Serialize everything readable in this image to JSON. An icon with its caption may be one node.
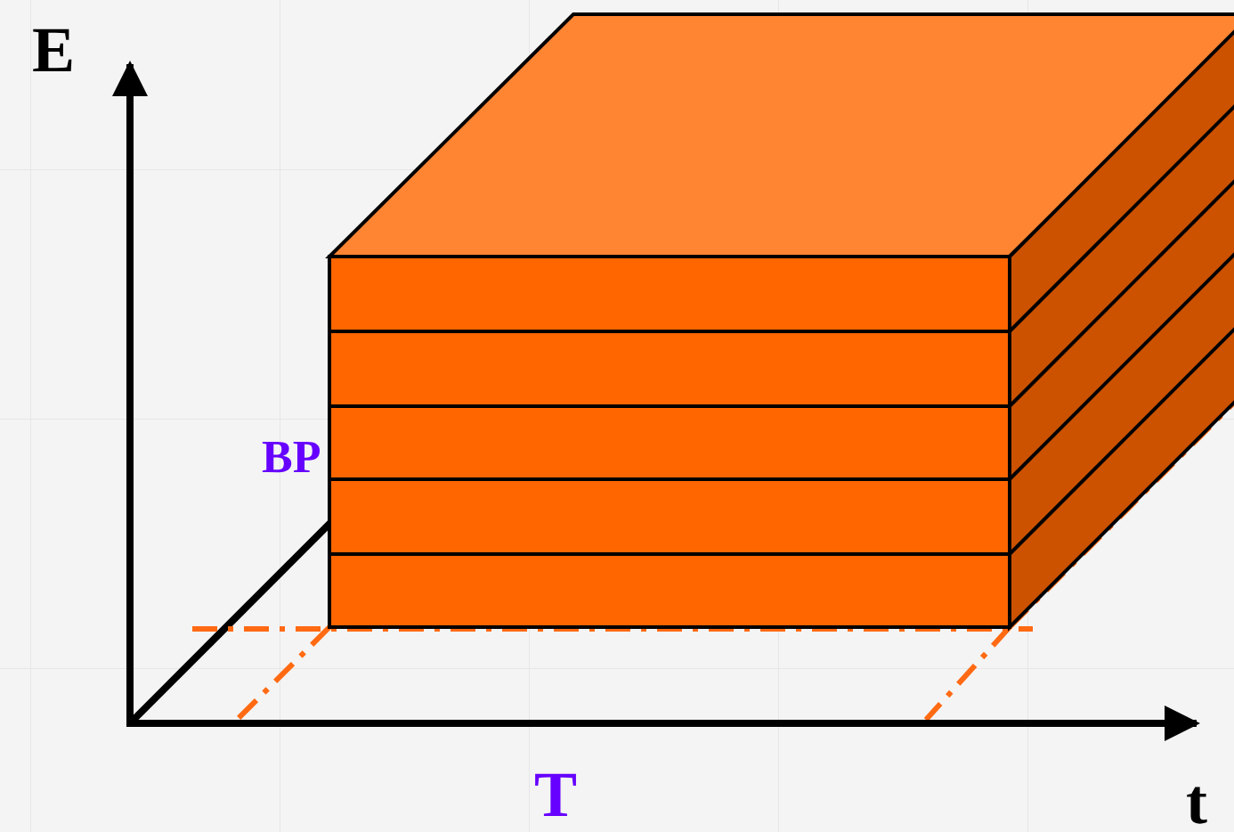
{
  "diagram": {
    "labels": [
      "E",
      "BP",
      "T",
      "t"
    ]
  }
}
